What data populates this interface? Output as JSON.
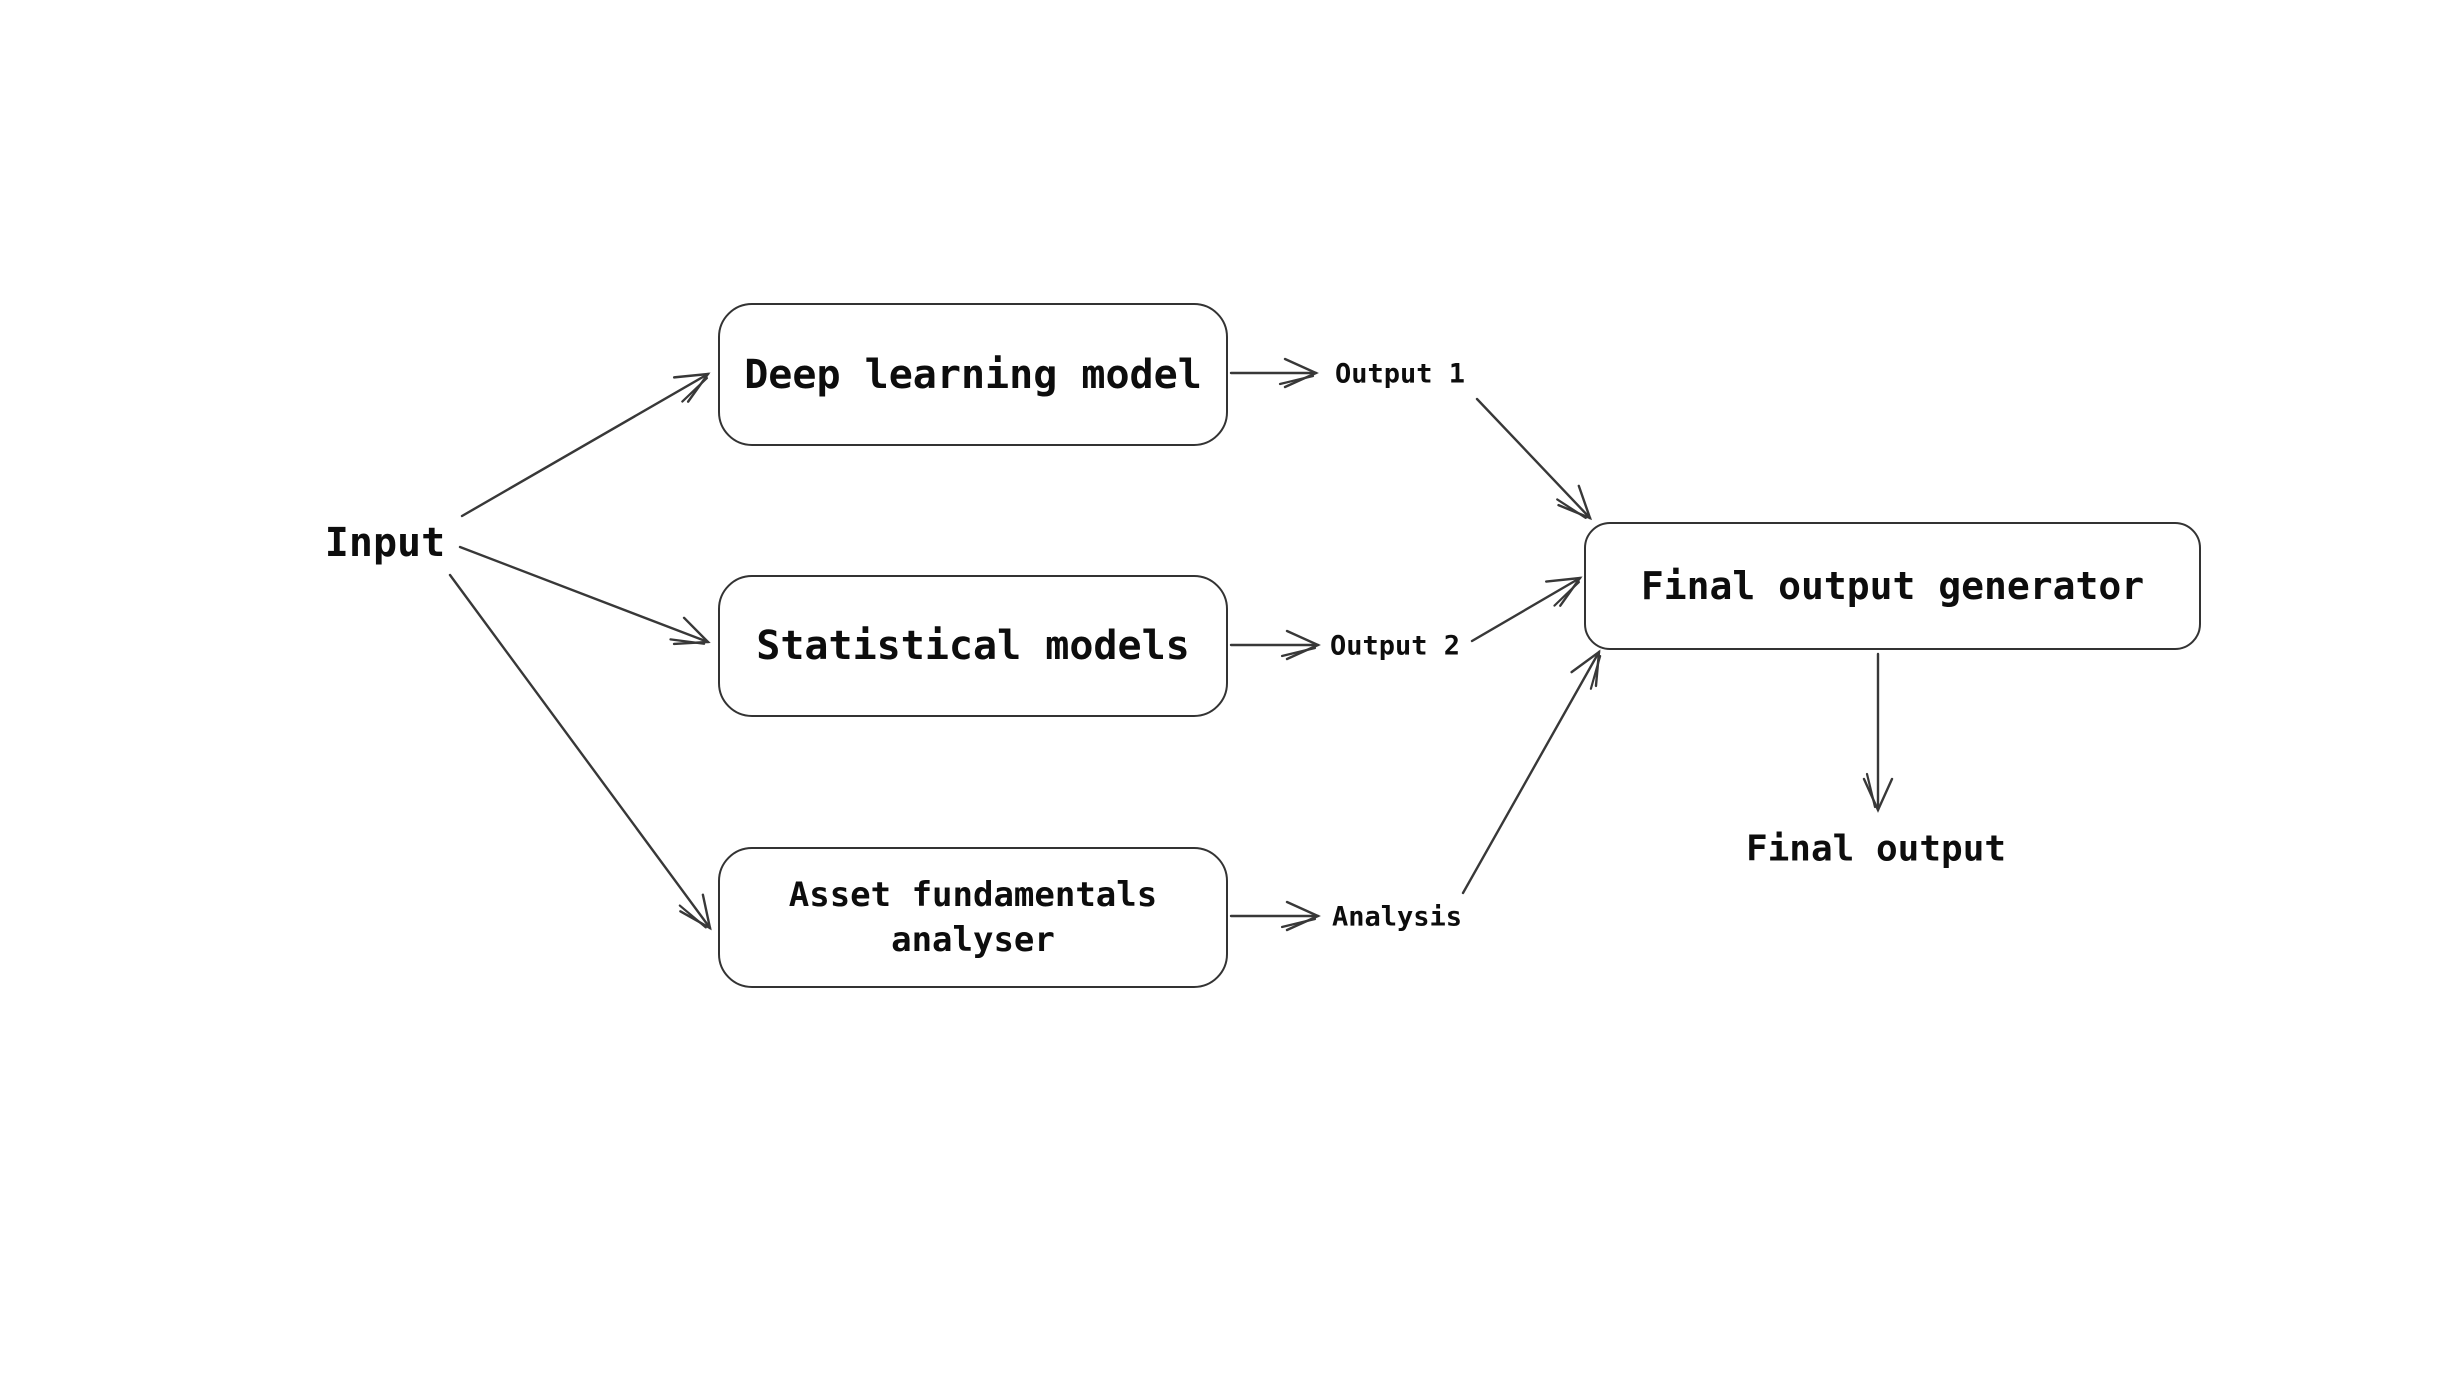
{
  "diagram": {
    "background_color": "#ffffff",
    "stroke_color": "#383838",
    "text_color": "#0d0d0d",
    "nodes": {
      "input": {
        "label": "Input",
        "shape": "text"
      },
      "deep_learning_model": {
        "label": "Deep learning model",
        "shape": "rounded-box"
      },
      "statistical_models": {
        "label": "Statistical models",
        "shape": "rounded-box"
      },
      "asset_fundamentals_analyser": {
        "label": "Asset fundamentals analyser",
        "shape": "rounded-box"
      },
      "final_output_generator": {
        "label": "Final output generator",
        "shape": "rounded-box"
      },
      "final_output": {
        "label": "Final output",
        "shape": "text"
      }
    },
    "edge_labels": {
      "output1": "Output 1",
      "output2": "Output 2",
      "analysis": "Analysis"
    },
    "edges": [
      {
        "from": "Input",
        "to": "Deep learning model",
        "label": ""
      },
      {
        "from": "Input",
        "to": "Statistical models",
        "label": ""
      },
      {
        "from": "Input",
        "to": "Asset fundamentals analyser",
        "label": ""
      },
      {
        "from": "Deep learning model",
        "to": "Output 1",
        "label": ""
      },
      {
        "from": "Statistical models",
        "to": "Output 2",
        "label": ""
      },
      {
        "from": "Asset fundamentals analyser",
        "to": "Analysis",
        "label": ""
      },
      {
        "from": "Output 1",
        "to": "Final output generator",
        "label": ""
      },
      {
        "from": "Output 2",
        "to": "Final output generator",
        "label": ""
      },
      {
        "from": "Analysis",
        "to": "Final output generator",
        "label": ""
      },
      {
        "from": "Final output generator",
        "to": "Final output",
        "label": ""
      }
    ]
  }
}
